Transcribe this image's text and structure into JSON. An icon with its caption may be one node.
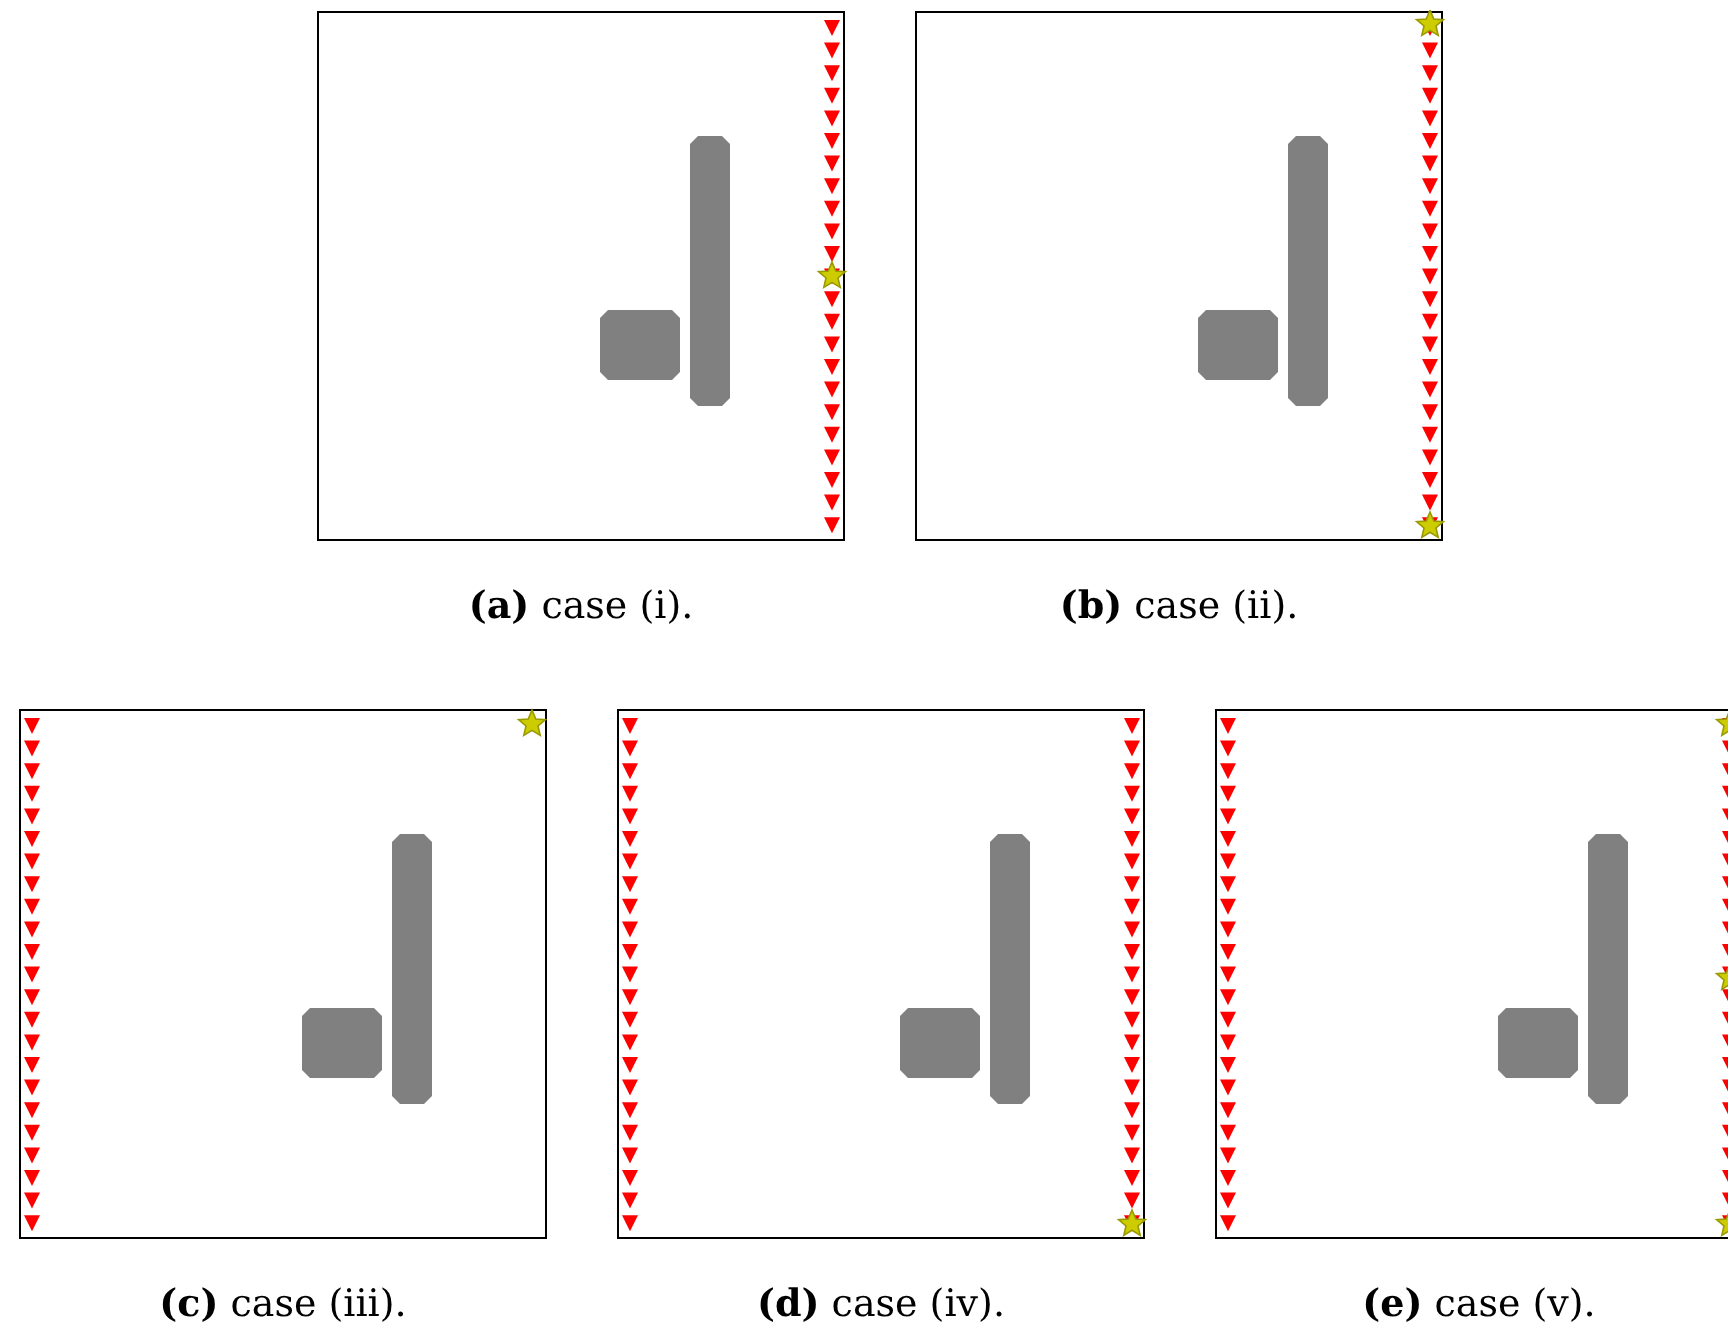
{
  "diagram": {
    "labels": [
      "**(a)** case (i).",
      "**(b)** case (ii).",
      "**(c)** case (iii).",
      "**(d)** case (iv).",
      "**(e)** case (v)."
    ]
  }
}
